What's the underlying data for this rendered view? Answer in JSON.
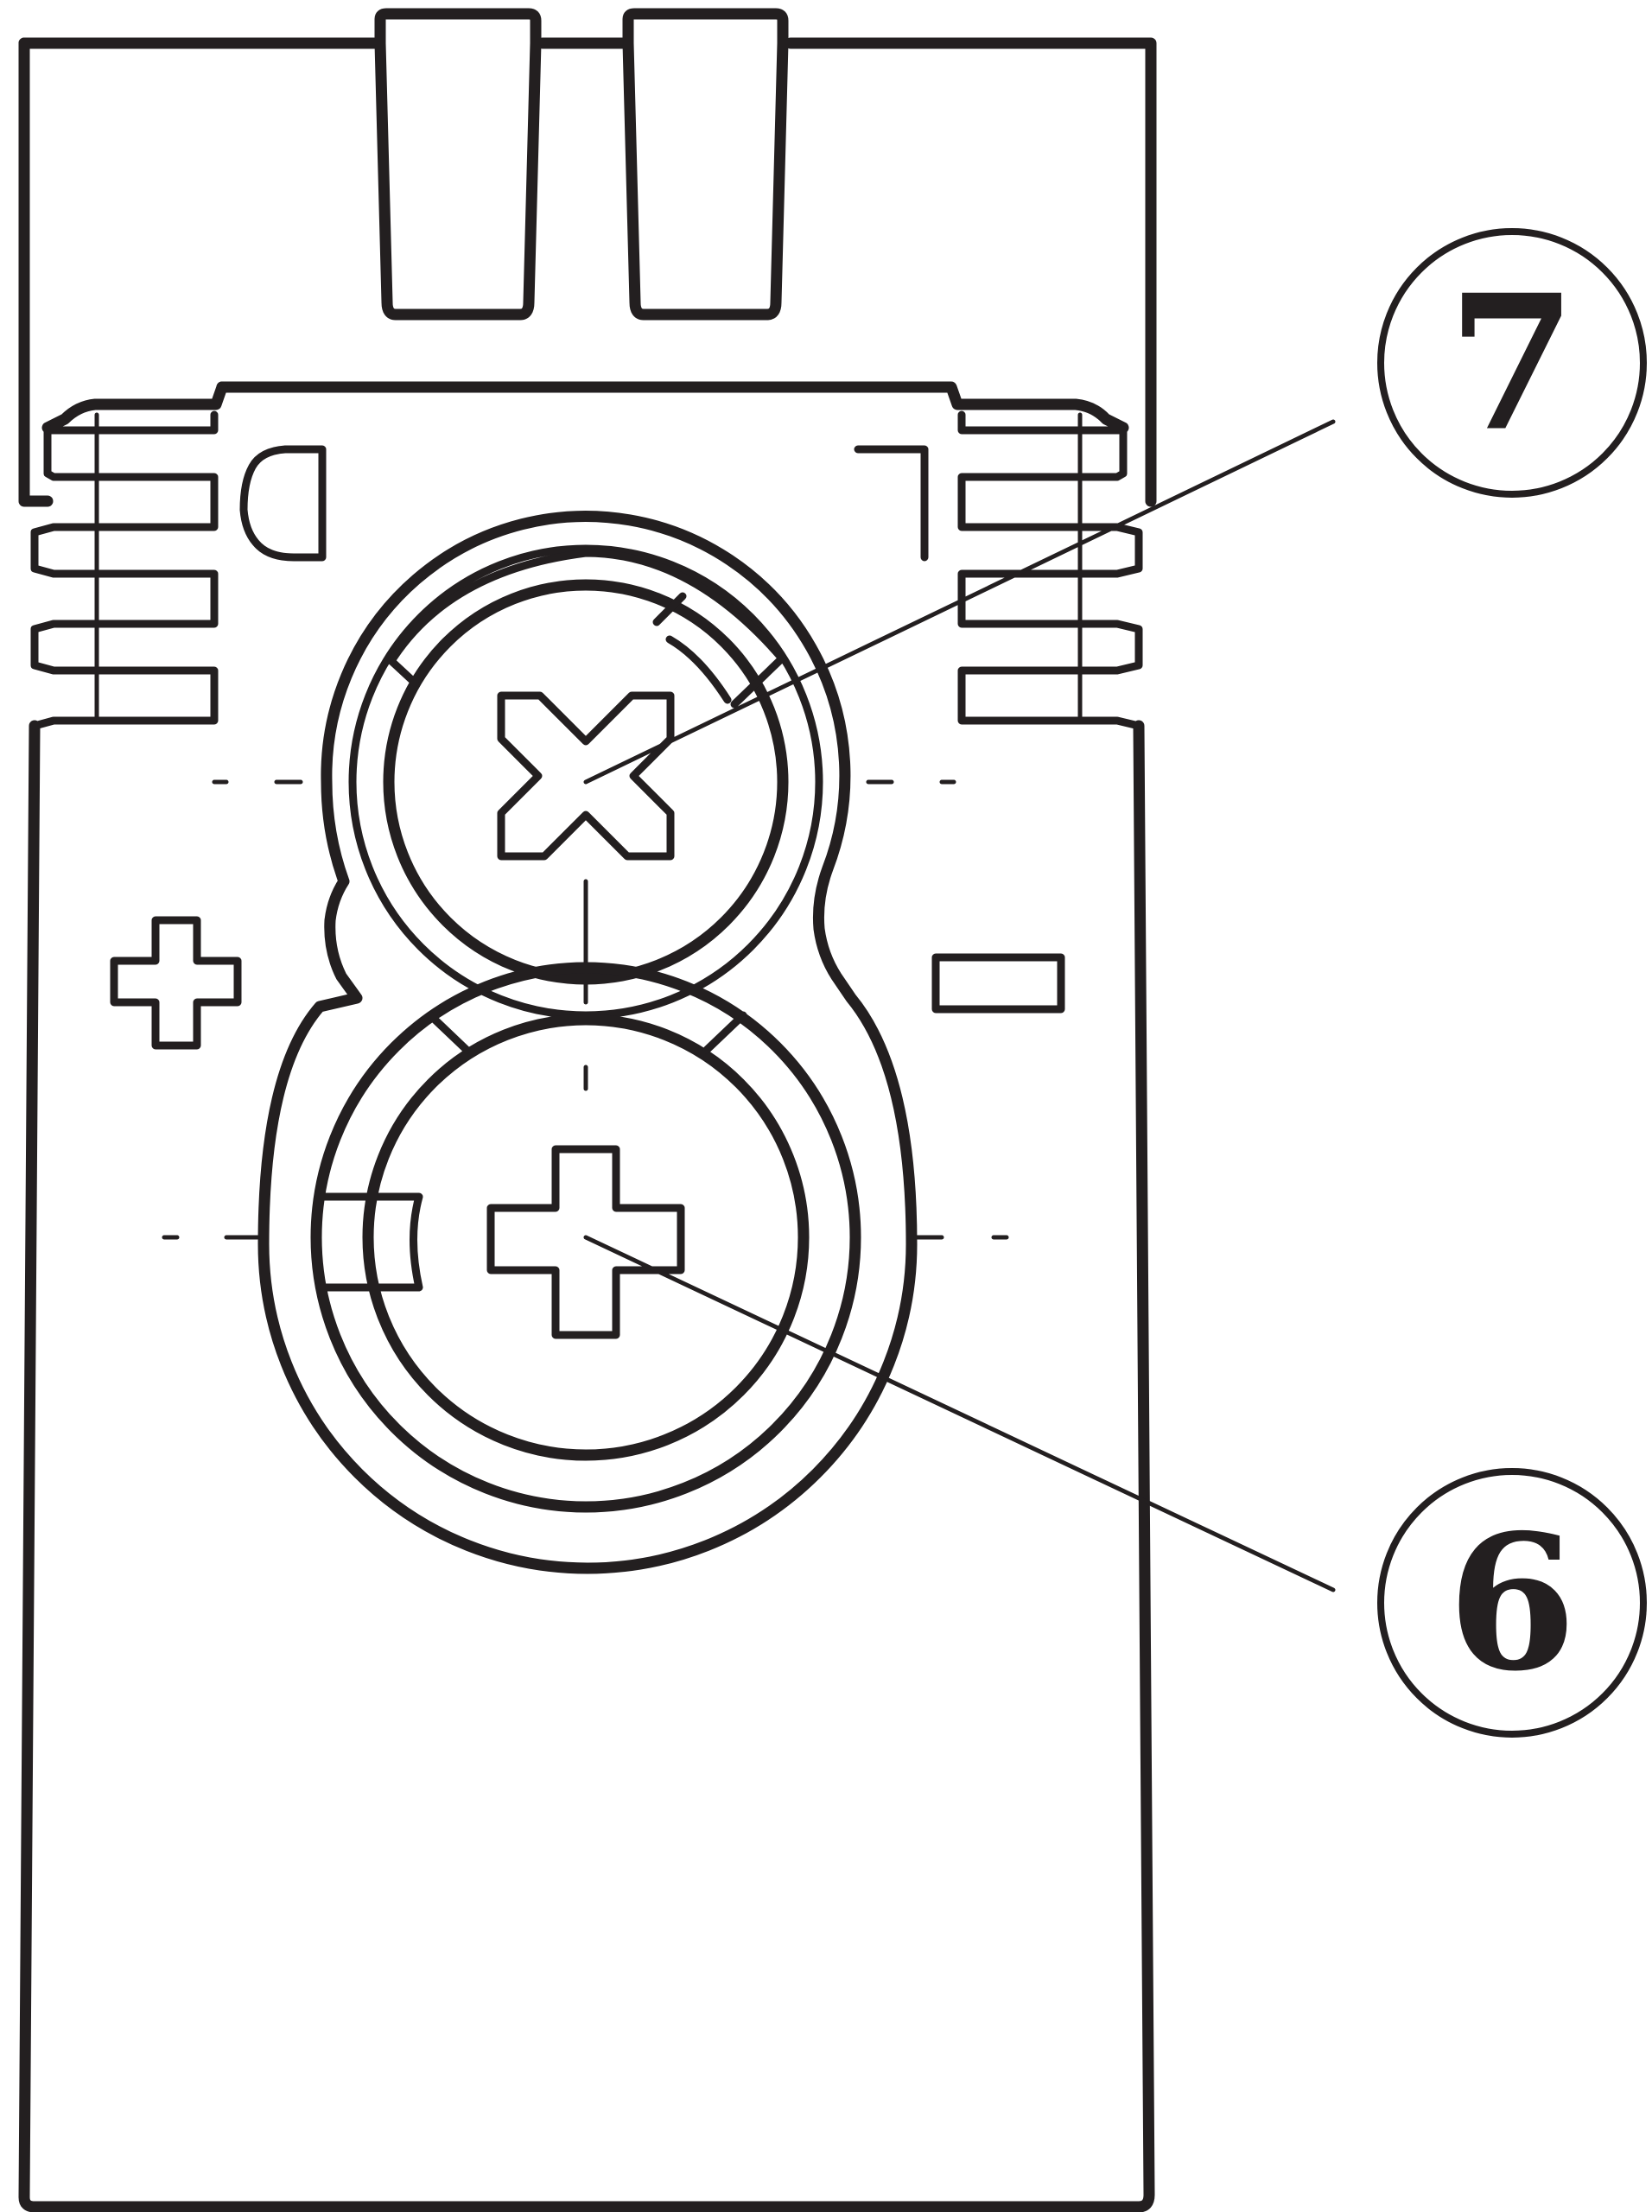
{
  "colors": {
    "line": "#231f20",
    "background": "#ffffff"
  },
  "callouts": [
    {
      "id": "callout-7",
      "label": "7"
    },
    {
      "id": "callout-6",
      "label": "6"
    }
  ],
  "symbols": {
    "positive": "plus-symbol-icon",
    "negative": "minus-symbol-icon"
  }
}
